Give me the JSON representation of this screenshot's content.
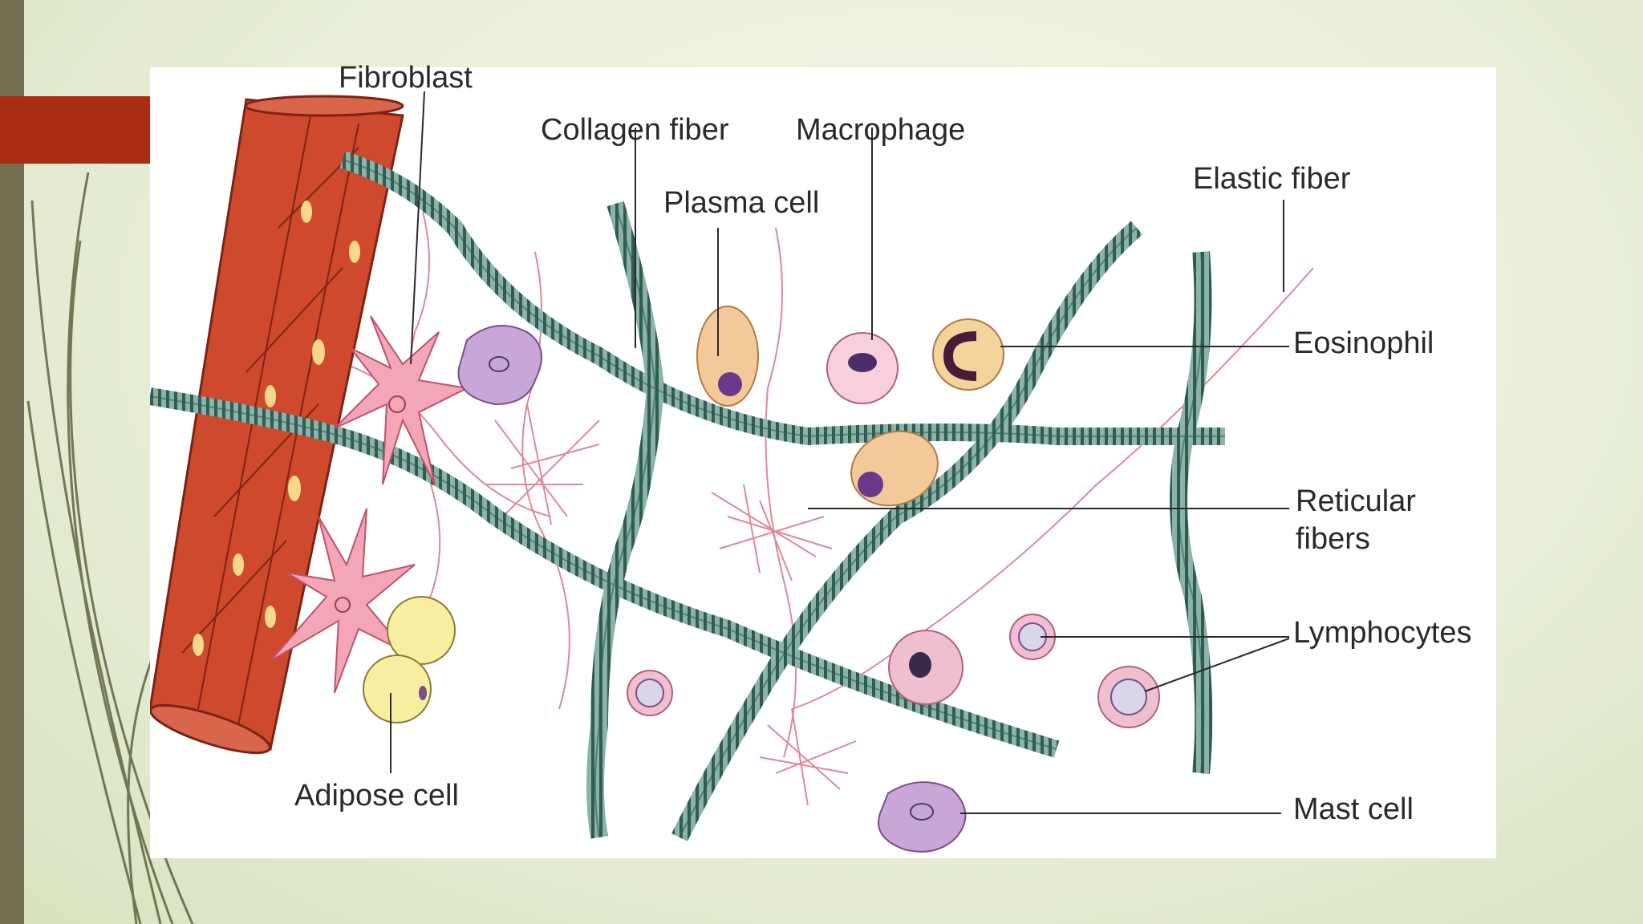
{
  "slide": {
    "accent_color": "#a82d12",
    "sidebar_color": "#736d52",
    "background_color": "#e8eed8"
  },
  "diagram": {
    "labels": {
      "fibroblast": "Fibroblast",
      "collagen_fiber": "Collagen fiber",
      "macrophage": "Macrophage",
      "plasma_cell": "Plasma cell",
      "elastic_fiber": "Elastic fiber",
      "eosinophil": "Eosinophil",
      "reticular_fibers_line1": "Reticular",
      "reticular_fibers_line2": "fibers",
      "lymphocytes": "Lymphocytes",
      "mast_cell": "Mast cell",
      "adipose_cell": "Adipose cell"
    },
    "colors": {
      "collagen": "#7fa89e",
      "collagen_stripe": "#2f5c55",
      "muscle": "#cf4a2c",
      "fibroblast": "#f2a6b8",
      "reticular": "#e07a8a",
      "plasma_cytoplasm": "#f3c99a",
      "mast_cell": "#c9a6d8",
      "adipose": "#f7eea0",
      "lymphocyte": "#f0bfcf"
    }
  }
}
